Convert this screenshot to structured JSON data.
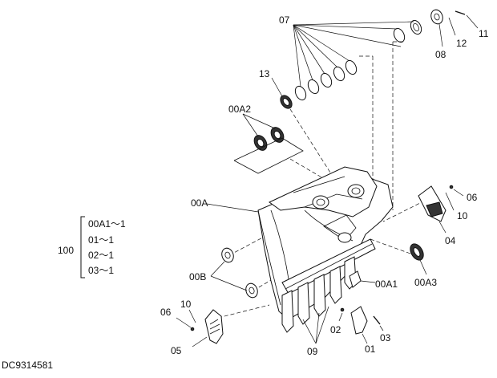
{
  "diagram": {
    "callouts": {
      "c07": "07",
      "c11": "11",
      "c12": "12",
      "c08": "08",
      "c13": "13",
      "c00A2": "00A2",
      "c06a": "06",
      "c10a": "10",
      "c04": "04",
      "c00A": "00A",
      "c00A3": "00A3",
      "c00A1": "00A1",
      "c00B": "00B",
      "c06b": "06",
      "c10b": "10",
      "c05": "05",
      "c09": "09",
      "c02": "02",
      "c01": "01",
      "c03": "03"
    },
    "legend": {
      "qty": "100",
      "items": [
        "00A1～1",
        "01～1",
        "02～1",
        "03～1"
      ]
    },
    "drawing_code": "DC9314581"
  }
}
